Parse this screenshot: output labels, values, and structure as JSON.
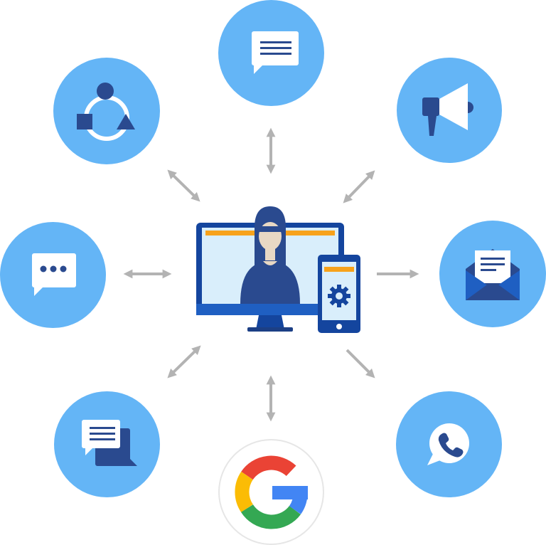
{
  "diagram": {
    "colors": {
      "circle": "#64b5f6",
      "icon_dark": "#2a4a8f",
      "icon_white": "#ffffff",
      "arrow": "#b3b3b3",
      "monitor": "#14459e",
      "screen": "#d9eefb",
      "bar_orange": "#f7a21b",
      "skin": "#e8d8c4",
      "google_red": "#ea4335",
      "google_yellow": "#fbbc05",
      "google_green": "#34a853",
      "google_blue": "#4285f4"
    },
    "center": {
      "icon": "agent-at-monitor-and-phone-icon"
    },
    "nodes": [
      {
        "id": "chat-lines",
        "icon": "chat-lines-icon"
      },
      {
        "id": "megaphone",
        "icon": "megaphone-icon"
      },
      {
        "id": "email",
        "icon": "email-envelope-icon"
      },
      {
        "id": "whatsapp",
        "icon": "whatsapp-phone-icon"
      },
      {
        "id": "google",
        "icon": "google-logo-icon"
      },
      {
        "id": "conversation",
        "icon": "conversation-bubbles-icon"
      },
      {
        "id": "chat-dots",
        "icon": "chat-dots-icon"
      },
      {
        "id": "community",
        "icon": "shapes-community-icon"
      }
    ]
  }
}
